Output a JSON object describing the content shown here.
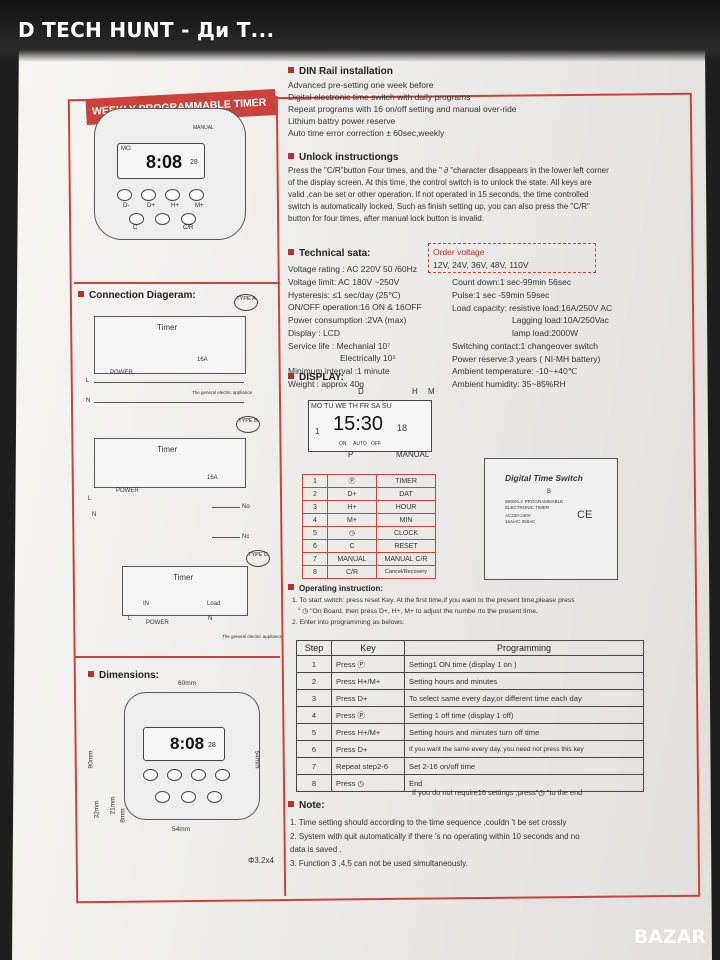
{
  "header": {
    "title": "D TECH HUNT - Ди Т..."
  },
  "watermark": "BAZAR",
  "banner": "WEEKLY PROGRAMMABLE TIMER",
  "device": {
    "manual_label": "MANUAL",
    "day": "MO",
    "time": "8:08",
    "sec": "28",
    "buttons": [
      "D-",
      "D+",
      "H+",
      "M+",
      "C",
      "C/R"
    ]
  },
  "din": {
    "heading": "DIN Rail installation",
    "lines": [
      "Advanced pre-setting one week before",
      "Digital electronic time switch with daily programs",
      "Repeat programs    with  16 on/off  setting  and manual over-ride",
      "Lithium battry power reserve",
      "Auto time error correction  ±  60sec,weekly"
    ]
  },
  "unlock": {
    "heading": "Unlock instructiongs",
    "text": "Press the \"C/R\"button Four times, and the \" ∂ \"character disappears in the lower left corner of the display screen. At this time, the control switch is to unlock the state. All keys are valid ,can be set or other operation. If not operated in 15 seconds, the time controlled switch is automatically locked. Such as finish setting up, you can also press the \"C/R\" button for four times, after manual lock button is  invalid."
  },
  "tech": {
    "heading": "Technical sata:",
    "left": [
      "Voltage rating : AC 220V  50 /60Hz",
      "Voltage limit: AC 180V ~250V",
      "Hysteresis: ≤1 sec/day (25℃)",
      "ON/OFF operation:16 ON & 16OFF",
      "Power consumption :2VA (max)",
      "Display : LCD",
      "Service life :  Mechanial   10⁷",
      "Electrically  10⁵",
      "Minimum interval :1 minute",
      "Weight : approx 40g"
    ],
    "order_title": "Order voltage",
    "order_values": "12V, 24V, 36V, 48V, 110V",
    "right": [
      "Count down:1 sec-99min 56sec",
      "Pulse:1 sec -59min 59sec",
      "Load capacity: resistive load:16A/250V AC",
      "Lagging load:10A/250Vac",
      "lamp load:2000W",
      "Switching contact:1 changeover switch",
      "Power reserve:3 years ( NI-MH battery)",
      "Ambient temperature: -10~+40℃",
      "Ambient humidity: 35~85%RH"
    ]
  },
  "connection": {
    "heading": "Connection Diageram:",
    "timer": "Timer",
    "power": "POWER",
    "appliance": "The general electric appliance",
    "amp": "16A",
    "no": "No",
    "nc": "Nc",
    "L": "L",
    "N": "N",
    "load": "Load",
    "in": "IN",
    "types": [
      "TYPE A",
      "TYPE B",
      "TYPE C"
    ]
  },
  "display": {
    "heading": "DISPLAY:",
    "days": "MO TU WE TH FR SA SU",
    "time": "15:30",
    "sec": "18",
    "one": "1",
    "on": "ON",
    "auto": "AUTO",
    "off": "OFF",
    "D": "D",
    "H": "H",
    "M": "M",
    "P": "P",
    "manual": "MANUAL"
  },
  "keys": [
    [
      "1",
      "Ⓟ",
      "TIMER"
    ],
    [
      "2",
      "D+",
      "DAT"
    ],
    [
      "3",
      "H+",
      "HOUR"
    ],
    [
      "4",
      "M+",
      "MIN"
    ],
    [
      "5",
      "◷",
      "CLOCK"
    ],
    [
      "6",
      "C",
      "RESET"
    ],
    [
      "7",
      "MANUAL",
      "MANUAL C/R"
    ],
    [
      "8",
      "C/R",
      "Cancel/Recovery"
    ]
  ],
  "dts": {
    "title": "Digital Time Switch",
    "b": "B",
    "sub1": "WEEKLY PROGRAMMABLE",
    "sub2": "ELECTRONIC TIMER",
    "spec1": "AC220-240V",
    "spec2": "16A/AC 250AC",
    "ce": "CE"
  },
  "operating": {
    "heading": "Operating instruction:",
    "lines": [
      "1. To start switch: press reset Key. At the first time,if you want to the present time,please press",
      "\" ◷ \"On Board, then press D+, H+, M+  to adjust the numbe rto the present time.",
      "2. Enter into programming as belows:"
    ]
  },
  "prog": {
    "headers": [
      "Step",
      "Key",
      "Programming"
    ],
    "rows": [
      [
        "1",
        "Press  Ⓟ",
        "Setting1 ON time  (display 1 on )"
      ],
      [
        "2",
        "Press  H+/M+",
        "Setting hours and minutes"
      ],
      [
        "3",
        "Press  D+",
        "To select same every day,or different time each day"
      ],
      [
        "4",
        "Press  Ⓟ",
        "Setting 1 off time (display 1 off)"
      ],
      [
        "5",
        "Press  H+/M+",
        "Setting hours and minutes turn off time"
      ],
      [
        "6",
        "Press  D+",
        "If you want the same every day, you need not press this key"
      ],
      [
        "7",
        "Repeat step2-6",
        "Set 2-16 on/off time"
      ],
      [
        "8",
        "Press  ◷",
        "End"
      ]
    ],
    "footer": "If you do not require16 settings ,press\"◷ \"to the end"
  },
  "dimensions": {
    "heading": "Dimensions:",
    "w": "60mm",
    "h": "90mm",
    "h2": "54mm",
    "d1": "32mm",
    "d2": "21mm",
    "d3": "8mm",
    "bw": "54mm",
    "hole": "Φ3.2x4"
  },
  "note": {
    "heading": "Note:",
    "lines": [
      "1. Time setting should according to the time sequence ,couldn 't be set crossly",
      "2. System with quit automatically if there 's no operating within 10 seconds and no",
      "    data is saved .",
      "3. Function 3 ,4,5 can not be used simultaneously."
    ]
  }
}
